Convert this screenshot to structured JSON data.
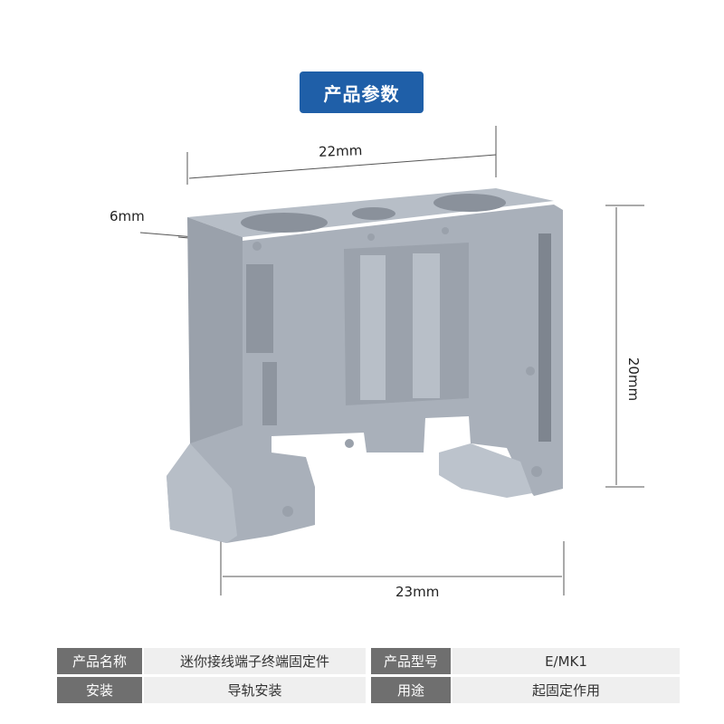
{
  "header": {
    "title": "产品参数"
  },
  "dimensions": {
    "width_top": "22mm",
    "depth": "6mm",
    "height": "20mm",
    "width_bottom": "23mm"
  },
  "product_image": {
    "description_icon": "end-bracket-clip-icon",
    "color": "#a9b0ba"
  },
  "specs": [
    {
      "label": "产品名称",
      "value": "迷你接线端子终端固定件",
      "label2": "产品型号",
      "value2": "E/MK1"
    },
    {
      "label": "安装",
      "value": "导轨安装",
      "label2": "用途",
      "value2": "起固定作用"
    }
  ],
  "colors": {
    "badge": "#1f5fa8",
    "label_bg": "#6f6f6f",
    "value_bg": "#efefef"
  }
}
